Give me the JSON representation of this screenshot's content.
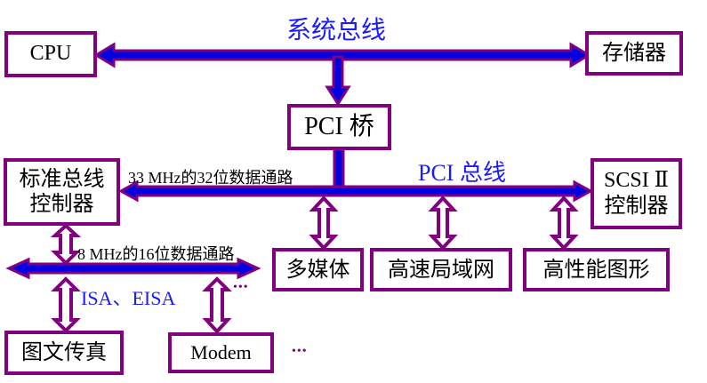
{
  "title": "系统总线",
  "colors": {
    "border": "#800080",
    "bus_fill": "#0000e0",
    "label_blue": "#1a1aff",
    "text": "#000000"
  },
  "nodes": {
    "cpu": "CPU",
    "memory": "存储器",
    "pci_bridge": "PCI 桥",
    "std_bus_ctrl_line1": "标准总线",
    "std_bus_ctrl_line2": "控制器",
    "scsi_line1": "SCSI Ⅱ",
    "scsi_line2": "控制器",
    "multimedia": "多媒体",
    "lan": "高速局域网",
    "graphics": "高性能图形",
    "fax": "图文传真",
    "modem": "Modem"
  },
  "labels": {
    "system_bus": "系统总线",
    "pci_bus": "PCI 总线",
    "pci_path": "33 MHz的32位数据通路",
    "isa_path": "8 MHz的16位数据通路",
    "isa_eisa": "ISA、EISA",
    "ellipsis_bus": "•••",
    "ellipsis_bottom": "•••"
  }
}
